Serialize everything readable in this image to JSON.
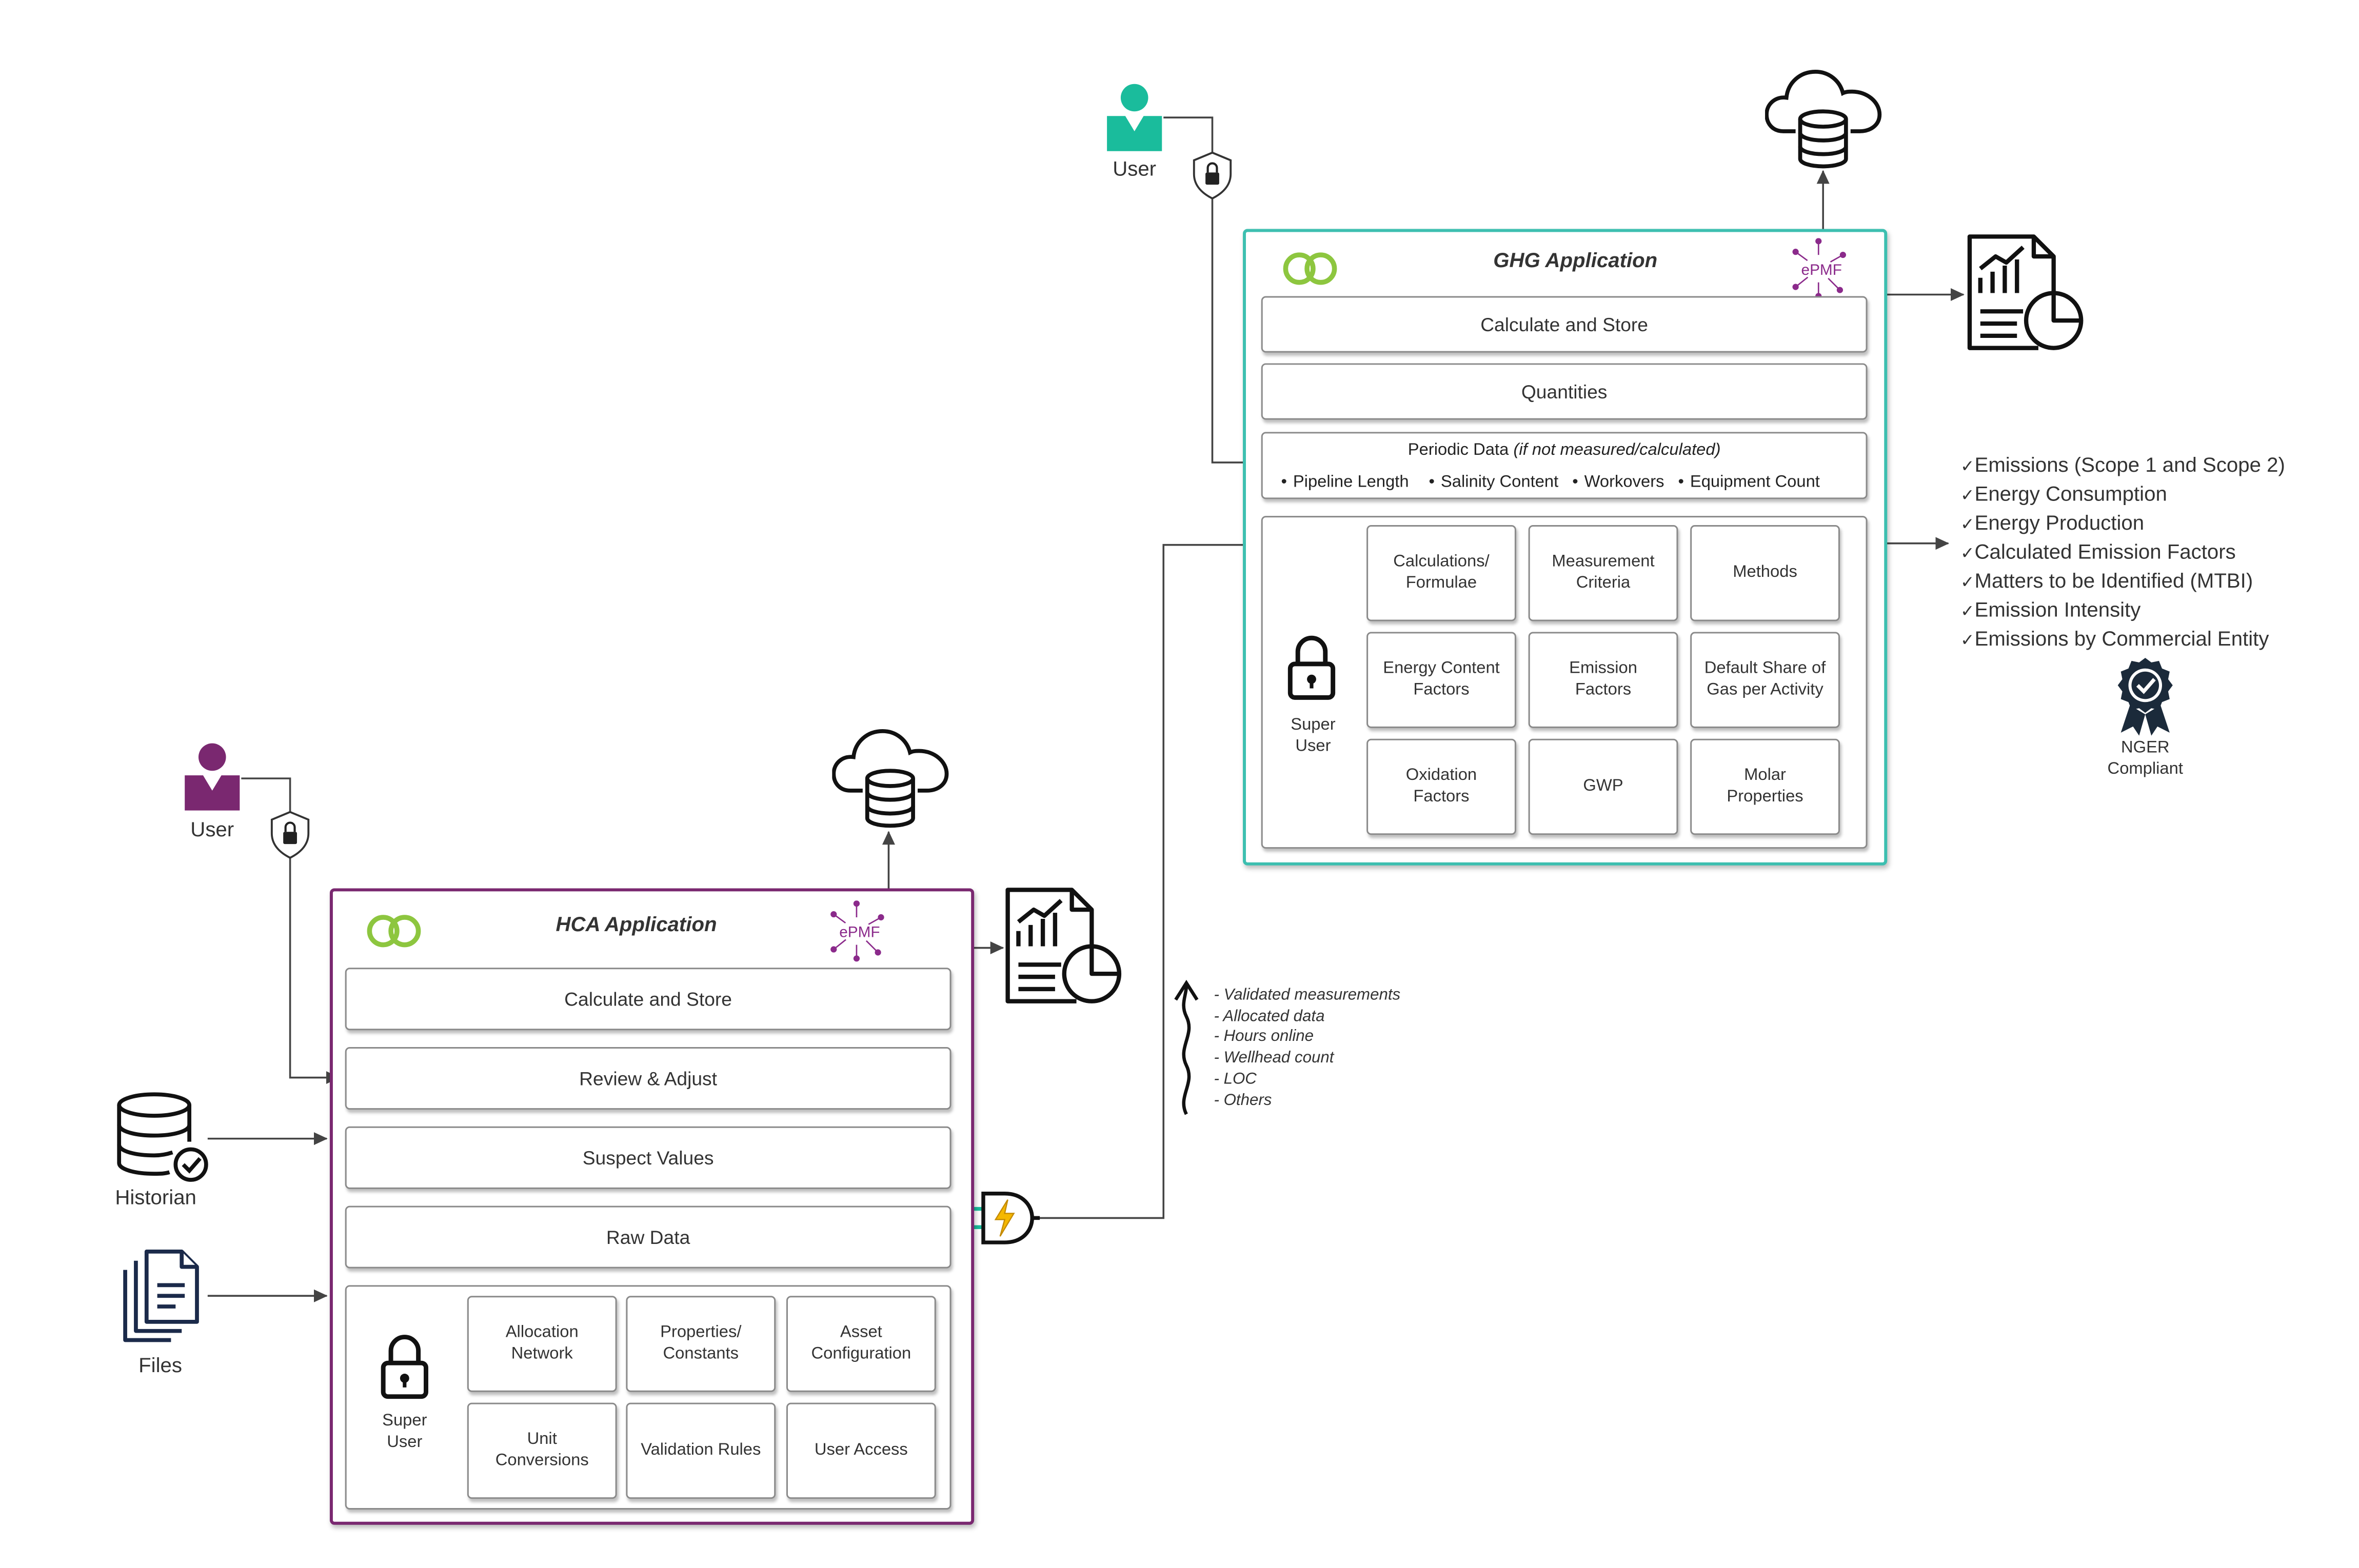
{
  "colors": {
    "hca_border": "#7a2870",
    "ghg_border": "#3dbfb0",
    "accent_green": "#8dc63f",
    "epmf_purple": "#8b2a8b",
    "user_teal": "#1abc9c",
    "user_purple": "#7a2870"
  },
  "hca": {
    "title": "HCA Application",
    "logo_left": "green-loop-logo",
    "logo_right": "ePMF",
    "rows": [
      "Calculate and Store",
      "Review & Adjust",
      "Suspect Values",
      "Raw Data"
    ],
    "super_user": "Super\nUser",
    "cells": [
      "Allocation\nNetwork",
      "Properties/\nConstants",
      "Asset\nConfiguration",
      "Unit\nConversions",
      "Validation Rules",
      "User Access"
    ]
  },
  "ghg": {
    "title": "GHG Application",
    "logo_left": "green-loop-logo",
    "logo_right": "ePMF",
    "rows": [
      "Calculate and Store",
      "Quantities"
    ],
    "periodic_title": "Periodic Data",
    "periodic_note": "(if not measured/calculated)",
    "periodic_items": [
      "Pipeline Length",
      "Salinity Content",
      "Workovers",
      "Equipment Count"
    ],
    "super_user": "Super\nUser",
    "cells": [
      "Calculations/\nFormulae",
      "Measurement\nCriteria",
      "Methods",
      "Energy Content\nFactors",
      "Emission\nFactors",
      "Default Share of\nGas per Activity",
      "Oxidation\nFactors",
      "GWP",
      "Molar\nProperties"
    ]
  },
  "user_left": "User",
  "user_top": "User",
  "historian": "Historian",
  "files": "Files",
  "transfer_notes": [
    "- Validated measurements",
    "- Allocated data",
    "- Hours online",
    "- Wellhead count",
    "- LOC",
    "- Others"
  ],
  "outputs": [
    "Emissions (Scope 1 and Scope 2)",
    "Energy Consumption",
    "Energy Production",
    "Calculated Emission Factors",
    "Matters to be Identified (MTBI)",
    "Emission Intensity",
    "Emissions by Commercial Entity"
  ],
  "check_mark": "✓",
  "nger": "NGER\nCompliant",
  "icons": [
    "user-icon",
    "shield-lock-icon",
    "cloud-database-icon",
    "report-chart-icon",
    "database-check-icon",
    "files-icon",
    "padlock-icon",
    "plug-icon",
    "award-badge-icon"
  ]
}
